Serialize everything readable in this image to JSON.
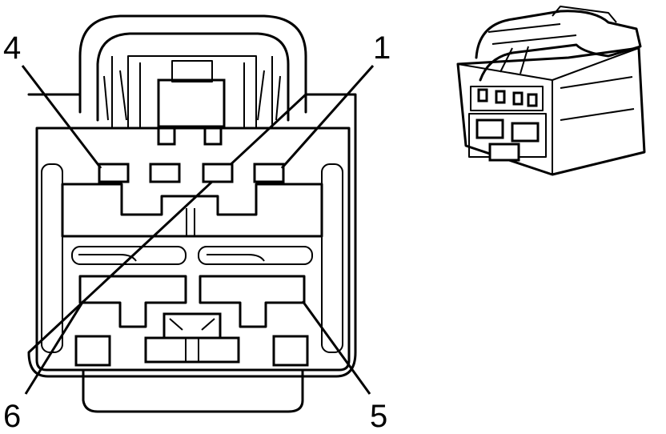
{
  "pins": [
    {
      "label": "4"
    },
    {
      "label": "1"
    },
    {
      "label": "6"
    },
    {
      "label": "5"
    }
  ],
  "colors": {
    "ink": "#000000",
    "paper": "#ffffff"
  }
}
